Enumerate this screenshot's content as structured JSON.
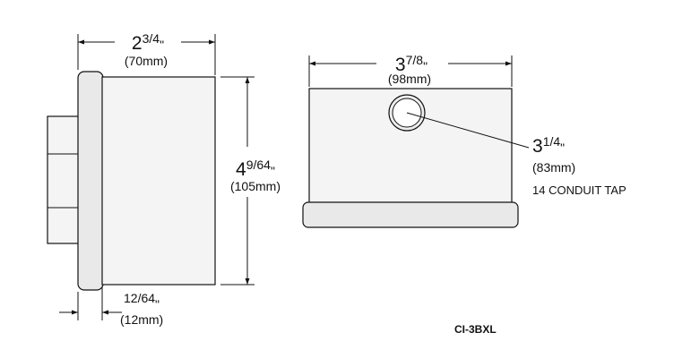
{
  "colors": {
    "ink": "#111111",
    "body_fill": "#f4f4f4",
    "face_fill": "#e9e9e9",
    "background": "#ffffff"
  },
  "side_view": {
    "width_dim": {
      "whole": "2",
      "fraction": "3/4",
      "unit": "\"",
      "metric": "(70mm)"
    },
    "height_dim": {
      "whole": "4",
      "fraction": "9/64",
      "unit": "\"",
      "metric": "(105mm)"
    },
    "flange_dim": {
      "fraction": "12/64",
      "unit": "\"",
      "metric": "(12mm)"
    }
  },
  "front_view": {
    "width_dim": {
      "whole": "3",
      "fraction": "7/8",
      "unit": "\"",
      "metric": "(98mm)"
    },
    "conduit_dim": {
      "whole": "3",
      "fraction": "1/4",
      "unit": "\"",
      "metric": "(83mm)"
    },
    "conduit_note": "14 CONDUIT TAP"
  },
  "model": "CI-3BXL"
}
